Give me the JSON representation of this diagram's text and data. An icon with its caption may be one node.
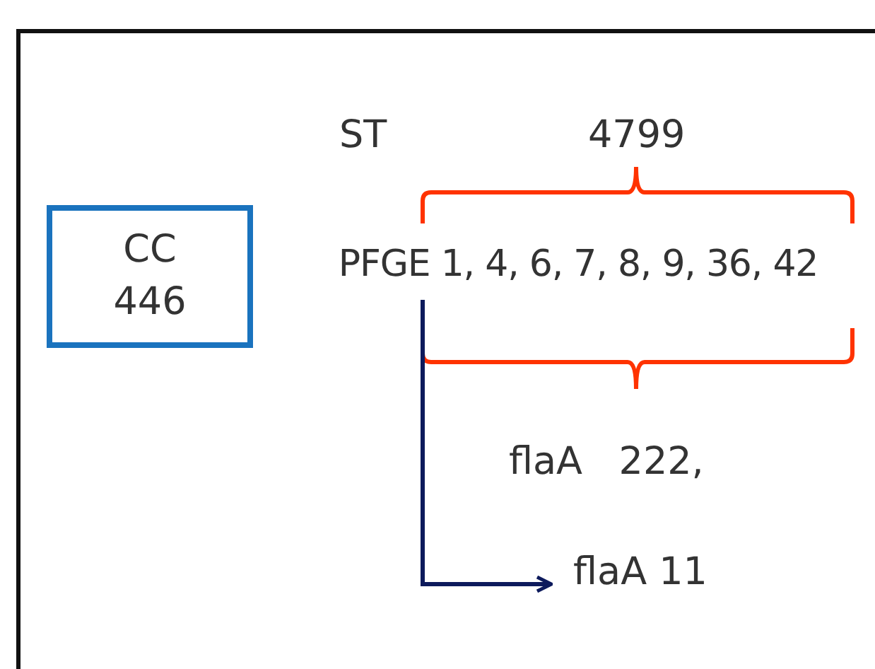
{
  "diagram": {
    "nodes": [
      {
        "text": [
          "CC 446"
        ]
      },
      {
        "text": [
          "PFGE 1, 4, 6, 7, 8, 9, 36, 42"
        ]
      },
      {
        "text": [
          "flaA 11"
        ]
      }
    ],
    "edges": [
      {
        "from": 1,
        "to": 2,
        "arrow": "to",
        "color": "#0d1a5c"
      }
    ],
    "labels": [
      "ST",
      "4799",
      "flaA   222,"
    ]
  }
}
